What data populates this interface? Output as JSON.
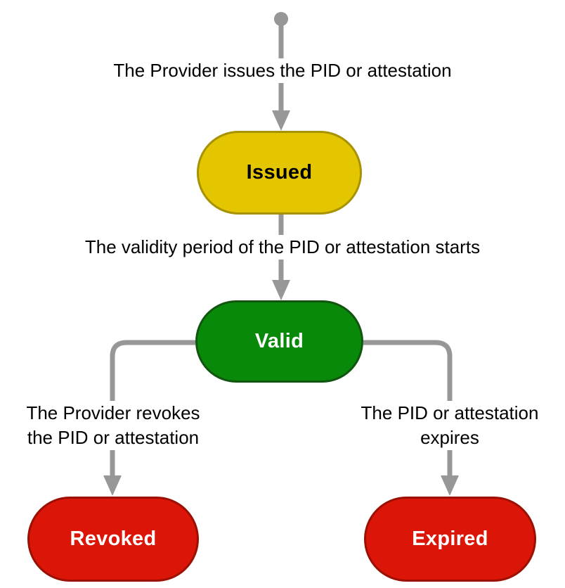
{
  "diagram": {
    "type": "state-lifecycle-flowchart",
    "background_color": "#ffffff",
    "connector_color": "#979797",
    "start_marker": "filled-circle",
    "nodes": {
      "issued": {
        "label": "Issued",
        "fill": "#E3C600",
        "border": "#A79200",
        "text_color": "#000000",
        "shape": "stadium"
      },
      "valid": {
        "label": "Valid",
        "fill": "#098909",
        "border": "#115511",
        "text_color": "#ffffff",
        "shape": "stadium"
      },
      "revoked": {
        "label": "Revoked",
        "fill": "#DB1508",
        "border": "#9C1003",
        "text_color": "#ffffff",
        "shape": "stadium"
      },
      "expired": {
        "label": "Expired",
        "fill": "#DB1508",
        "border": "#9C1003",
        "text_color": "#ffffff",
        "shape": "stadium"
      }
    },
    "transitions": {
      "start_to_issued": {
        "from": "start",
        "to": "issued",
        "label": "The Provider issues the PID or attestation"
      },
      "issued_to_valid": {
        "from": "issued",
        "to": "valid",
        "label": "The validity period of the PID or attestation starts"
      },
      "valid_to_revoked": {
        "from": "valid",
        "to": "revoked",
        "label_line1": "The Provider revokes",
        "label_line2": "the PID or attestation"
      },
      "valid_to_expired": {
        "from": "valid",
        "to": "expired",
        "label_line1": "The PID or attestation",
        "label_line2": "expires"
      }
    }
  }
}
